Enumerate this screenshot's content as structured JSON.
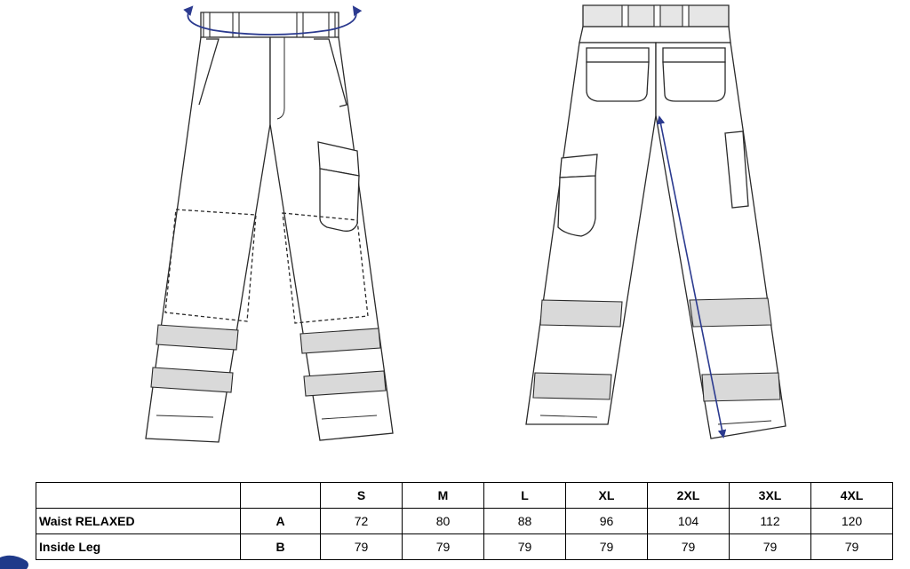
{
  "size_chart": {
    "header": [
      "",
      "",
      "S",
      "M",
      "L",
      "XL",
      "2XL",
      "3XL",
      "4XL"
    ],
    "rows": [
      {
        "label": "Waist RELAXED",
        "code": "A",
        "values": [
          "72",
          "80",
          "88",
          "96",
          "104",
          "112",
          "120"
        ]
      },
      {
        "label": "Inside Leg",
        "code": "B",
        "values": [
          "79",
          "79",
          "79",
          "79",
          "79",
          "79",
          "79"
        ]
      }
    ]
  },
  "colors": {
    "line": "#2a2a2a",
    "measure_arrow": "#2b3a8f",
    "reflective_band": "#d9d9d9",
    "table_border": "#000000",
    "logo": "#1f3a8a"
  },
  "icons": {
    "waist_measure": "waist-measure-arrow-icon",
    "inside_leg_measure": "inside-leg-measure-arrow-icon",
    "logo": "brand-logo-icon"
  }
}
